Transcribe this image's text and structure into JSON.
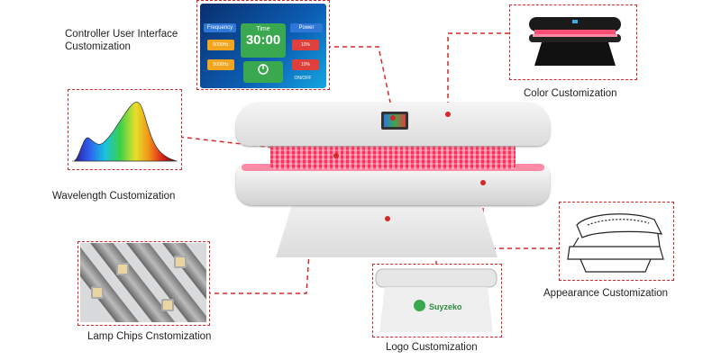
{
  "labels": {
    "controller": "Controller User Interface\nCustomization",
    "controller_l1": "Controller User Interface",
    "controller_l2": "Customization",
    "wavelength": "Wavelength Customization",
    "lamp_chips": "Lamp Chips Cnstomization",
    "color": "Color Customization",
    "appearance": "Appearance Customization",
    "logo": "Logo Customization"
  },
  "controller_screen": {
    "frequency_label": "Frequency",
    "time_label": "Time",
    "power_label": "Power",
    "time_value": "30:00",
    "power_switch": "ON/OFF",
    "pct_1": "10%",
    "pct_2": "10%",
    "freq_1": "5000Hz",
    "freq_2": "5000Hz"
  },
  "logo_text": "Suyzeko",
  "colors": {
    "accent_dash": "#d62828",
    "led_pink": "#ff5c7d",
    "screen_green": "#3aa84f",
    "screen_blue": "#2f78d8"
  },
  "icons": [
    "led-bed-image",
    "spectrum-image",
    "led-chip-image",
    "bed-color-image",
    "open-bed-image",
    "logo-panel-image"
  ]
}
